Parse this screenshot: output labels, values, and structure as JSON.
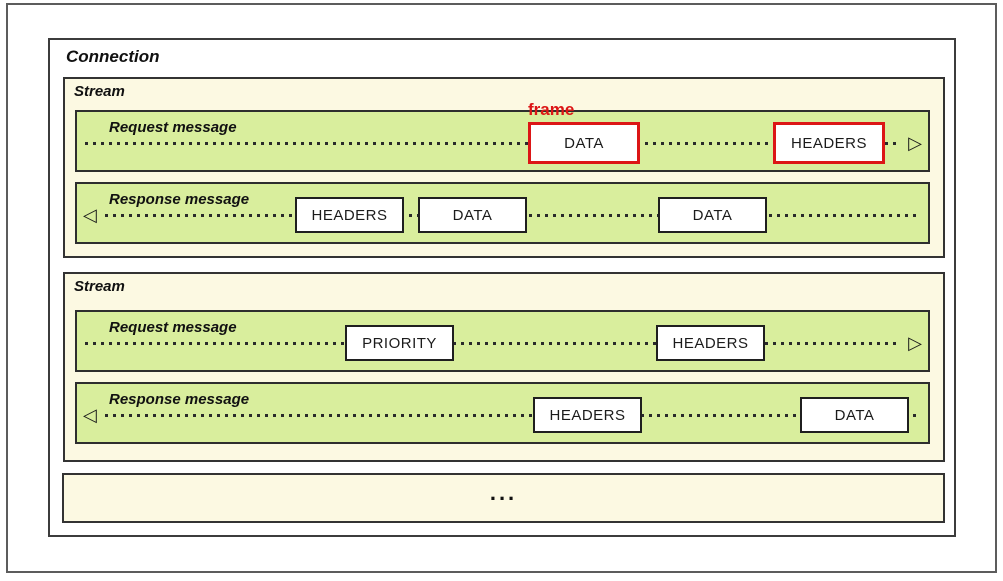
{
  "connection": {
    "label": "Connection"
  },
  "frame_annotation": "frame",
  "ellipsis": "...",
  "icons": {
    "arrow_right": "▷",
    "arrow_left": "◁"
  },
  "colors": {
    "stream_background": "#FCF9E2",
    "message_bar_green": "#D9EE9D",
    "highlight_red": "#DC1616",
    "border_dark": "#333333",
    "outer_border_gray": "#5C5C5C"
  },
  "streams": [
    {
      "label": "Stream",
      "request": {
        "label": "Request message",
        "direction": "right",
        "frames": [
          {
            "label": "DATA",
            "highlighted": true
          },
          {
            "label": "HEADERS",
            "highlighted": true
          }
        ]
      },
      "response": {
        "label": "Response message",
        "direction": "left",
        "frames": [
          {
            "label": "HEADERS",
            "highlighted": false
          },
          {
            "label": "DATA",
            "highlighted": false
          },
          {
            "label": "DATA",
            "highlighted": false
          }
        ]
      }
    },
    {
      "label": "Stream",
      "request": {
        "label": "Request message",
        "direction": "right",
        "frames": [
          {
            "label": "PRIORITY",
            "highlighted": false
          },
          {
            "label": "HEADERS",
            "highlighted": false
          }
        ]
      },
      "response": {
        "label": "Response message",
        "direction": "left",
        "frames": [
          {
            "label": "HEADERS",
            "highlighted": false
          },
          {
            "label": "DATA",
            "highlighted": false
          }
        ]
      }
    }
  ]
}
